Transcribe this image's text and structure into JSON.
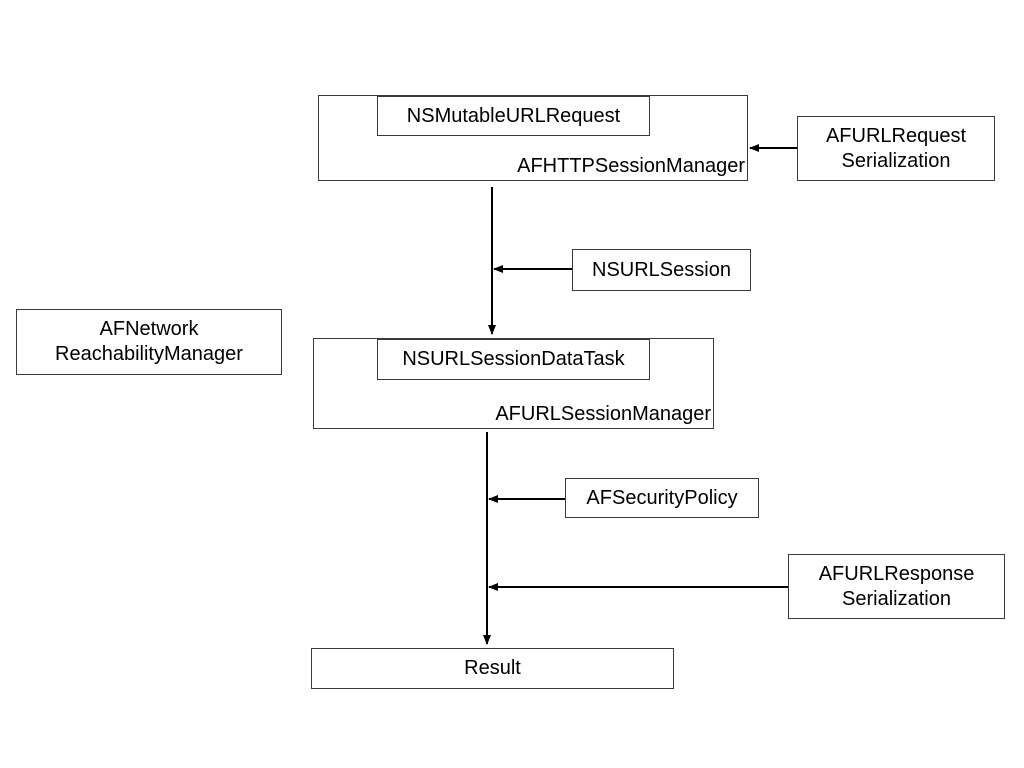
{
  "nodes": {
    "http_manager": {
      "label": "AFHTTPSessionManager"
    },
    "mutable_request": {
      "label": "NSMutableURLRequest"
    },
    "request_serialization": {
      "line1": "AFURLRequest",
      "line2": "Serialization"
    },
    "nsurlsession": {
      "label": "NSURLSession"
    },
    "reachability": {
      "line1": "AFNetwork",
      "line2": "ReachabilityManager"
    },
    "url_session_manager": {
      "label": "AFURLSessionManager"
    },
    "data_task": {
      "label": "NSURLSessionDataTask"
    },
    "security_policy": {
      "label": "AFSecurityPolicy"
    },
    "response_serialization": {
      "line1": "AFURLResponse",
      "line2": "Serialization"
    },
    "result": {
      "label": "Result"
    }
  },
  "colors": {
    "stroke": "#000000",
    "border": "#3a3a3a"
  }
}
